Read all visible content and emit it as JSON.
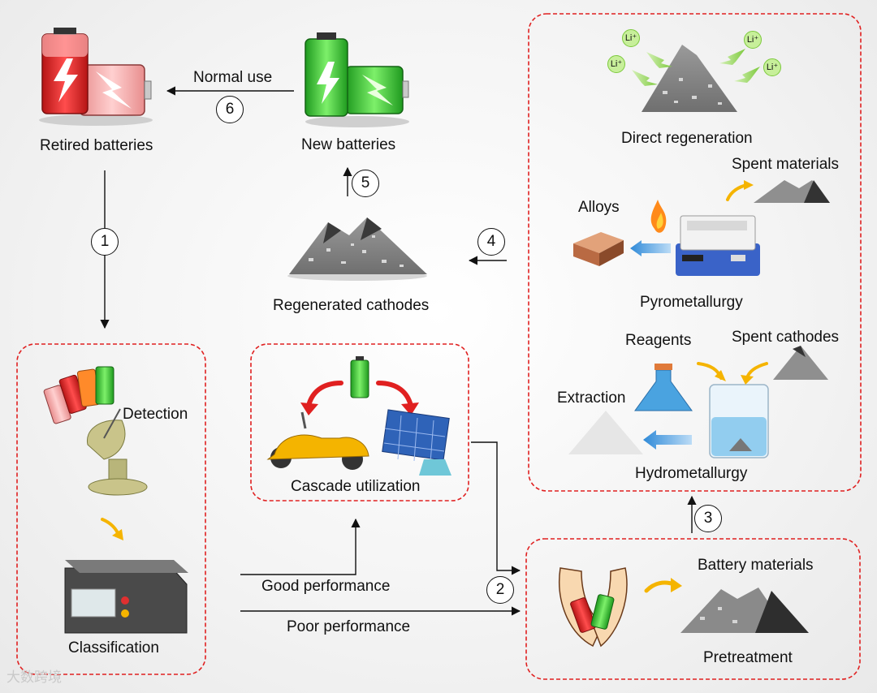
{
  "nodes": {
    "retired_batteries": "Retired batteries",
    "new_batteries": "New batteries",
    "regenerated_cathodes": "Regenerated cathodes",
    "direct_regeneration": "Direct regeneration",
    "spent_materials": "Spent materials",
    "alloys": "Alloys",
    "pyrometallurgy": "Pyrometallurgy",
    "reagents": "Reagents",
    "spent_cathodes": "Spent cathodes",
    "extraction": "Extraction",
    "hydrometallurgy": "Hydrometallurgy",
    "detection": "Detection",
    "classification": "Classification",
    "cascade_utilization": "Cascade utilization",
    "battery_materials": "Battery materials",
    "pretreatment": "Pretreatment",
    "li_ion": "Li⁺"
  },
  "edges": {
    "normal_use": "Normal use",
    "good_performance": "Good performance",
    "poor_performance": "Poor performance"
  },
  "steps": [
    "1",
    "2",
    "3",
    "4",
    "5",
    "6"
  ],
  "watermark": "大数跨境",
  "colors": {
    "dashed_box": "#e02020",
    "arrow_yellow": "#f5b400",
    "arrow_blue": "#4a9ee0",
    "arrow_green": "#8fd14f",
    "arrow_red": "#e02020"
  }
}
